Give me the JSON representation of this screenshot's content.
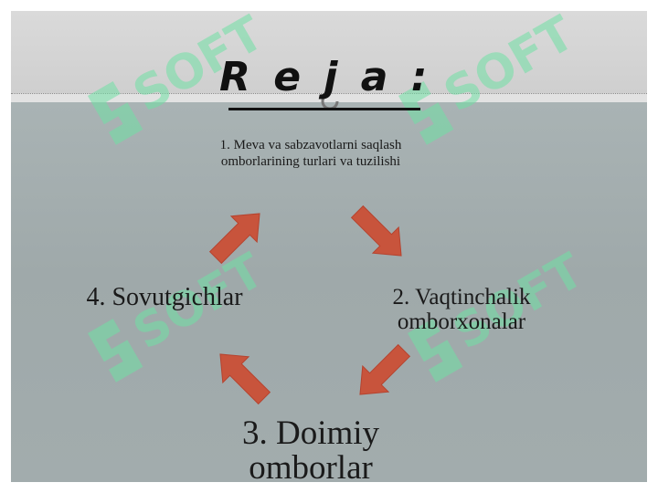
{
  "slide": {
    "title": "R e j a :",
    "items": [
      {
        "label": "1. Meva va sabzavotlarni saqlash omborlarining turlari va tuzilishi"
      },
      {
        "label": "2. Vaqtinchalik omborxonalar"
      },
      {
        "label": "3. Doimiy omborlar"
      },
      {
        "label": "4. Sovutgichlar"
      }
    ]
  },
  "colors": {
    "arrow": "#c8543c",
    "background": "#a4aeaf",
    "header": "#d6d6d6",
    "watermark": "#6fe0a4"
  },
  "watermark": {
    "text": "SOFT"
  }
}
